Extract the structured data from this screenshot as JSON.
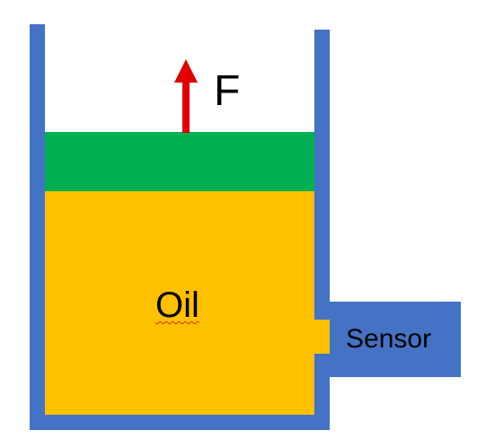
{
  "diagram": {
    "force_label": "F",
    "fluid_label": "Oil",
    "sensor_label": "Sensor"
  },
  "colors": {
    "container": "#4472c4",
    "oil": "#ffc000",
    "piston": "#00b050",
    "force_arrow": "#e00000",
    "background": "#ffffff"
  }
}
